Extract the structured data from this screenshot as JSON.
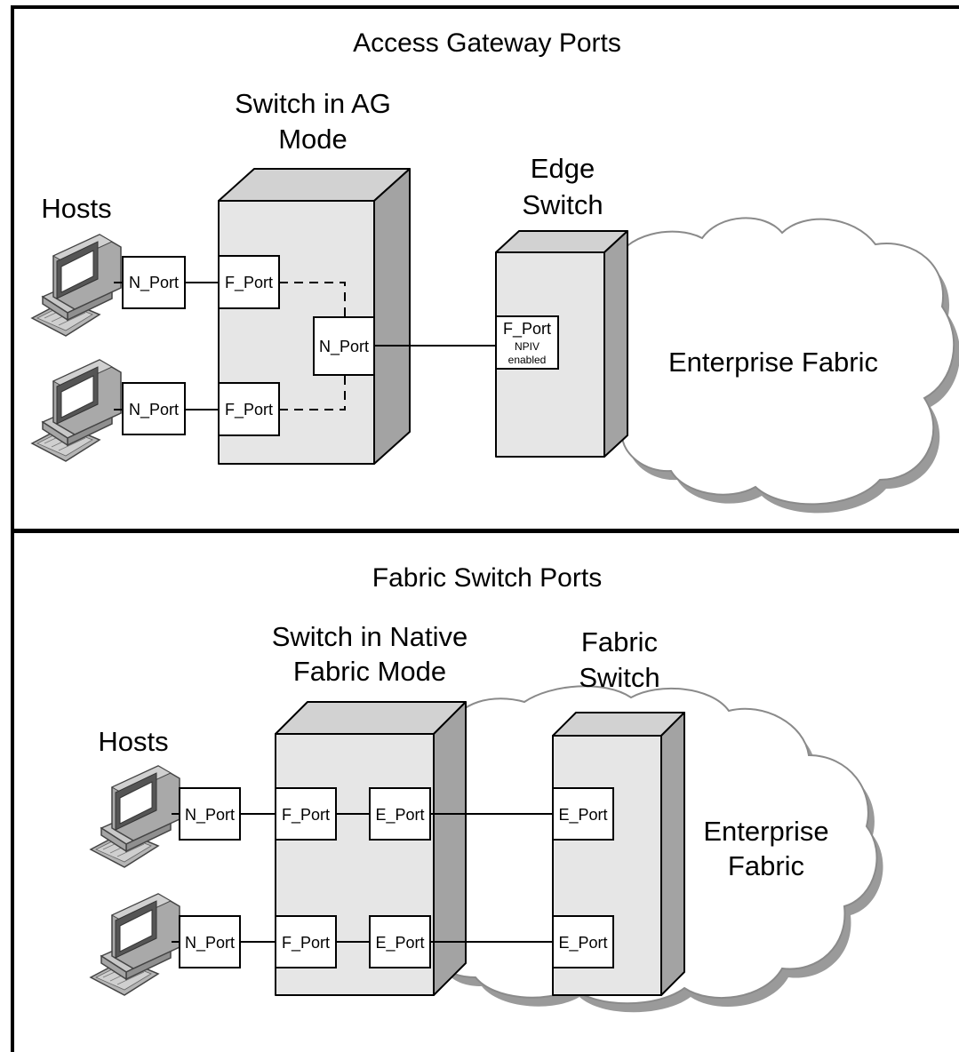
{
  "top_panel": {
    "title": "Access Gateway Ports",
    "hosts_label": "Hosts",
    "ag_switch_label_line1": "Switch in AG",
    "ag_switch_label_line2": "Mode",
    "edge_switch_label_line1": "Edge",
    "edge_switch_label_line2": "Switch",
    "host_port_1": "N_Port",
    "host_port_2": "N_Port",
    "ag_f_port_1": "F_Port",
    "ag_f_port_2": "F_Port",
    "ag_n_port": "N_Port",
    "edge_f_port": "F_Port",
    "edge_f_port_note_line1": "NPIV",
    "edge_f_port_note_line2": "enabled",
    "fabric_label": "Enterprise Fabric"
  },
  "bottom_panel": {
    "title": "Fabric Switch Ports",
    "hosts_label": "Hosts",
    "native_switch_label_line1": "Switch in Native",
    "native_switch_label_line2": "Fabric Mode",
    "fabric_switch_label_line1": "Fabric",
    "fabric_switch_label_line2": "Switch",
    "host_port_1": "N_Port",
    "host_port_2": "N_Port",
    "native_f_port_1": "F_Port",
    "native_f_port_2": "F_Port",
    "native_e_port_1": "E_Port",
    "native_e_port_2": "E_Port",
    "fabric_e_port_1": "E_Port",
    "fabric_e_port_2": "E_Port",
    "fabric_label_line1": "Enterprise",
    "fabric_label_line2": "Fabric"
  }
}
